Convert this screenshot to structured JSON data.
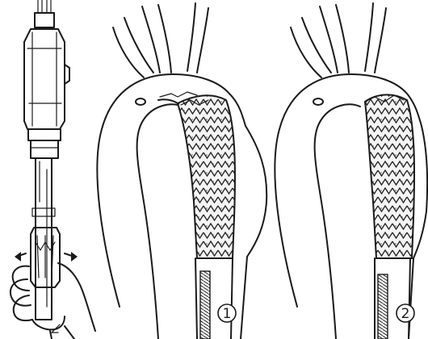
{
  "panels": [
    {
      "id": "delivery-handle"
    },
    {
      "id": "step-1",
      "step_label": "1"
    },
    {
      "id": "step-2",
      "step_label": "2"
    }
  ]
}
